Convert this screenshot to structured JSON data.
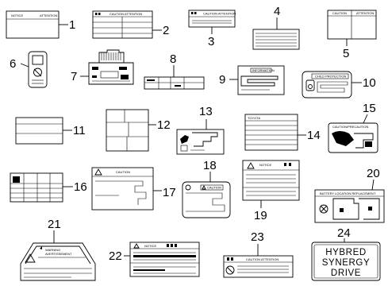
{
  "labels": {
    "l1": {
      "callout": "1",
      "text_left": "NOTICE",
      "text_right": "ATTENTION"
    },
    "l2": {
      "callout": "2",
      "text": "CAUTION  ATTENTION"
    },
    "l3": {
      "callout": "3",
      "text": "CAUTION ATTENTION"
    },
    "l4": {
      "callout": "4"
    },
    "l5": {
      "callout": "5",
      "text_left": "CAUTION",
      "text_right": "ATTENTION"
    },
    "l6": {
      "callout": "6"
    },
    "l7": {
      "callout": "7"
    },
    "l8": {
      "callout": "8"
    },
    "l9": {
      "callout": "9",
      "text": "INFORMATION"
    },
    "l10": {
      "callout": "10",
      "text": "CHILD PROTECTION"
    },
    "l11": {
      "callout": "11"
    },
    "l12": {
      "callout": "12"
    },
    "l13": {
      "callout": "13"
    },
    "l14": {
      "callout": "14",
      "text": "TOYOTA"
    },
    "l15": {
      "callout": "15",
      "text": "CAUTION/PRECAUTION"
    },
    "l16": {
      "callout": "16"
    },
    "l17": {
      "callout": "17",
      "text": "CAUTION"
    },
    "l18": {
      "callout": "18",
      "text": "CAUTION"
    },
    "l19": {
      "callout": "19",
      "text": "NOTICE"
    },
    "l20": {
      "callout": "20",
      "text": "BATTERY LOCATION  REPLACEMENT"
    },
    "l21": {
      "callout": "21",
      "text_line1": "WARNING",
      "text_line2": "AVERTISSEMENT"
    },
    "l22": {
      "callout": "22",
      "text": "NOTICE"
    },
    "l23": {
      "callout": "23",
      "text": "CAUTION ATTENTION"
    },
    "l24": {
      "callout": "24",
      "text_line1": "HYBRED",
      "text_line2": "SYNERGY",
      "text_line3": "DRIVE"
    }
  }
}
